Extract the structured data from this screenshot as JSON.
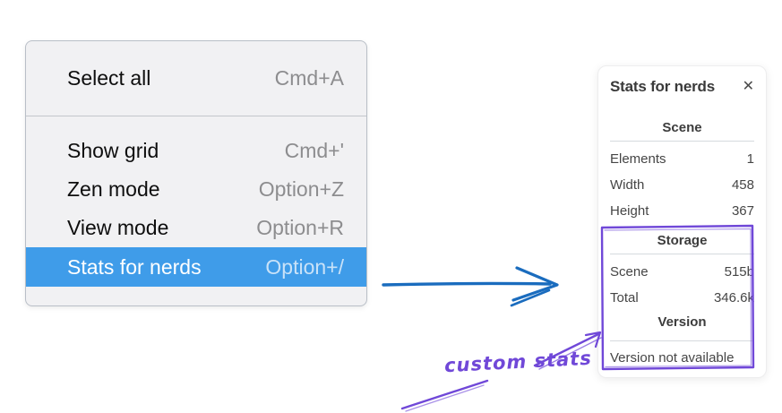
{
  "context_menu": {
    "items": [
      {
        "label": "Select all",
        "shortcut": "Cmd+A",
        "highlighted": false
      },
      {
        "label": "Show grid",
        "shortcut": "Cmd+'",
        "highlighted": false
      },
      {
        "label": "Zen mode",
        "shortcut": "Option+Z",
        "highlighted": false
      },
      {
        "label": "View mode",
        "shortcut": "Option+R",
        "highlighted": false
      },
      {
        "label": "Stats for nerds",
        "shortcut": "Option+/",
        "highlighted": true
      }
    ],
    "highlight_color": "#3f9ce9"
  },
  "stats_panel": {
    "title": "Stats for nerds",
    "close_icon": "✕",
    "sections": [
      {
        "heading": "Scene",
        "rows": [
          {
            "label": "Elements",
            "value": "1"
          },
          {
            "label": "Width",
            "value": "458"
          },
          {
            "label": "Height",
            "value": "367"
          }
        ]
      },
      {
        "heading": "Storage",
        "rows": [
          {
            "label": "Scene",
            "value": "515b"
          },
          {
            "label": "Total",
            "value": "346.6k"
          }
        ]
      },
      {
        "heading": "Version",
        "note": "Version not available"
      }
    ]
  },
  "annotations": {
    "custom_stats_label": "custom stats",
    "flow_arrow_color": "#1a6cbe",
    "annotation_color": "#7048d8"
  }
}
